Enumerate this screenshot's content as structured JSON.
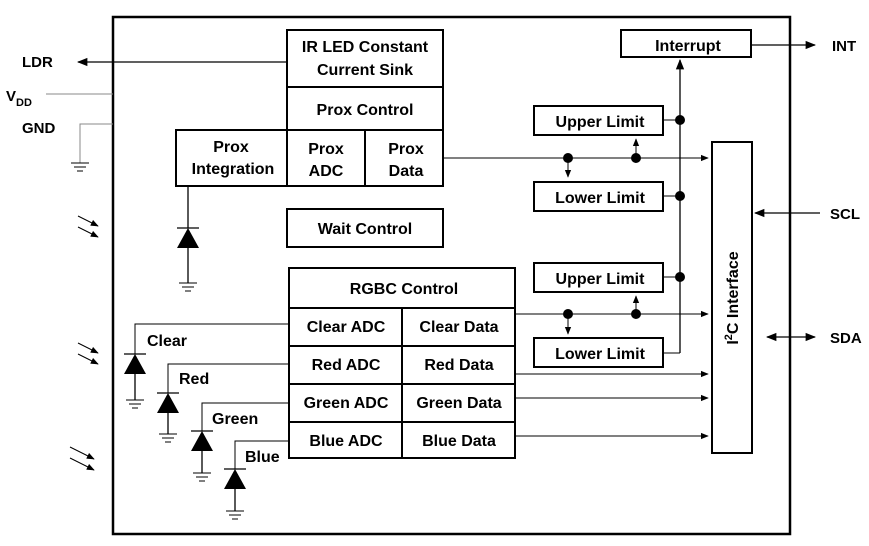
{
  "pins": {
    "ldr": "LDR",
    "vdd_main": "V",
    "vdd_sub": "DD",
    "gnd": "GND",
    "int": "INT",
    "scl": "SCL",
    "sda": "SDA"
  },
  "blocks": {
    "ir_led_line1": "IR LED Constant",
    "ir_led_line2": "Current Sink",
    "prox_control": "Prox Control",
    "prox_integration_line1": "Prox",
    "prox_integration_line2": "Integration",
    "prox_adc_line1": "Prox",
    "prox_adc_line2": "ADC",
    "prox_data_line1": "Prox",
    "prox_data_line2": "Data",
    "wait_control": "Wait Control",
    "interrupt": "Interrupt",
    "upper_limit_prox": "Upper Limit",
    "lower_limit_prox": "Lower Limit",
    "upper_limit_clear": "Upper Limit",
    "lower_limit_clear": "Lower Limit",
    "i2c_prefix": "I",
    "i2c_sup": "2",
    "i2c_suffix": "C Interface",
    "rgbc_control": "RGBC Control",
    "clear_adc": "Clear ADC",
    "clear_data": "Clear Data",
    "red_adc": "Red ADC",
    "red_data": "Red Data",
    "green_adc": "Green ADC",
    "green_data": "Green Data",
    "blue_adc": "Blue ADC",
    "blue_data": "Blue Data"
  },
  "photodiodes": {
    "clear": "Clear",
    "red": "Red",
    "green": "Green",
    "blue": "Blue"
  }
}
